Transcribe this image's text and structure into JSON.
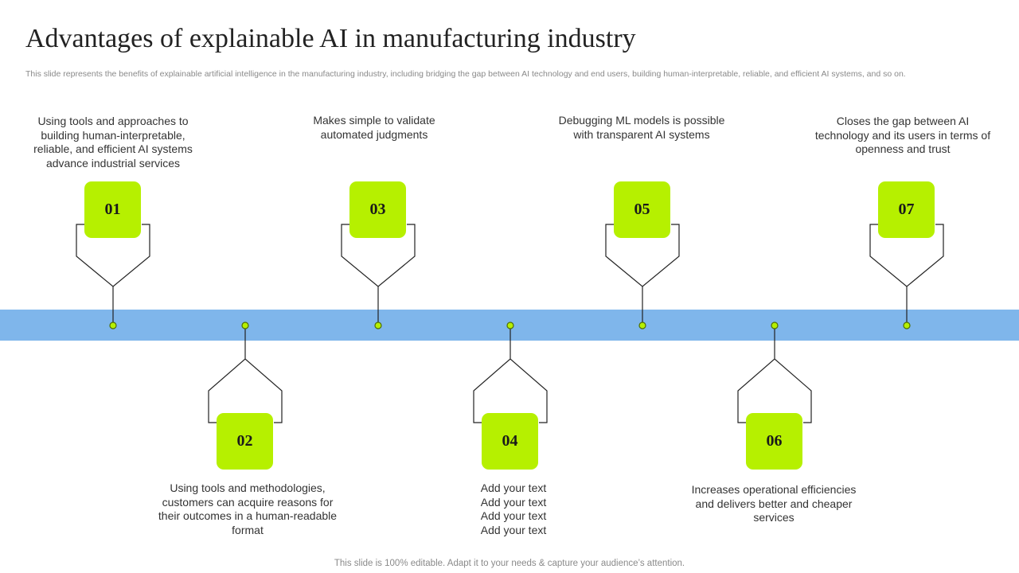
{
  "slide": {
    "title": "Advantages of explainable AI in manufacturing industry",
    "subtitle": "This slide represents the benefits of explainable artificial intelligence in the manufacturing industry, including bridging the gap between AI technology and end users, building human-interpretable, reliable, and efficient AI systems, and so on.",
    "footer": "This slide is 100% editable. Adapt it to your needs & capture your audience’s attention."
  },
  "colors": {
    "badge": "#b6f000",
    "timeline": "#7fb6eb"
  },
  "steps": [
    {
      "number": "01",
      "text": "Using tools and approaches to building human-interpretable, reliable, and efficient AI systems advance industrial services"
    },
    {
      "number": "02",
      "text": "Using tools and methodologies, customers can acquire reasons for their outcomes in a human-readable format"
    },
    {
      "number": "03",
      "text": "Makes simple to validate automated judgments"
    },
    {
      "number": "04",
      "lines": [
        "Add your text",
        "Add your text",
        "Add your text",
        "Add your text"
      ]
    },
    {
      "number": "05",
      "text": "Debugging ML models is possible with transparent AI systems"
    },
    {
      "number": "06",
      "text": "Increases operational efficiencies and delivers better and cheaper services"
    },
    {
      "number": "07",
      "text": "Closes the gap between AI technology and its users in terms of openness and trust"
    }
  ]
}
